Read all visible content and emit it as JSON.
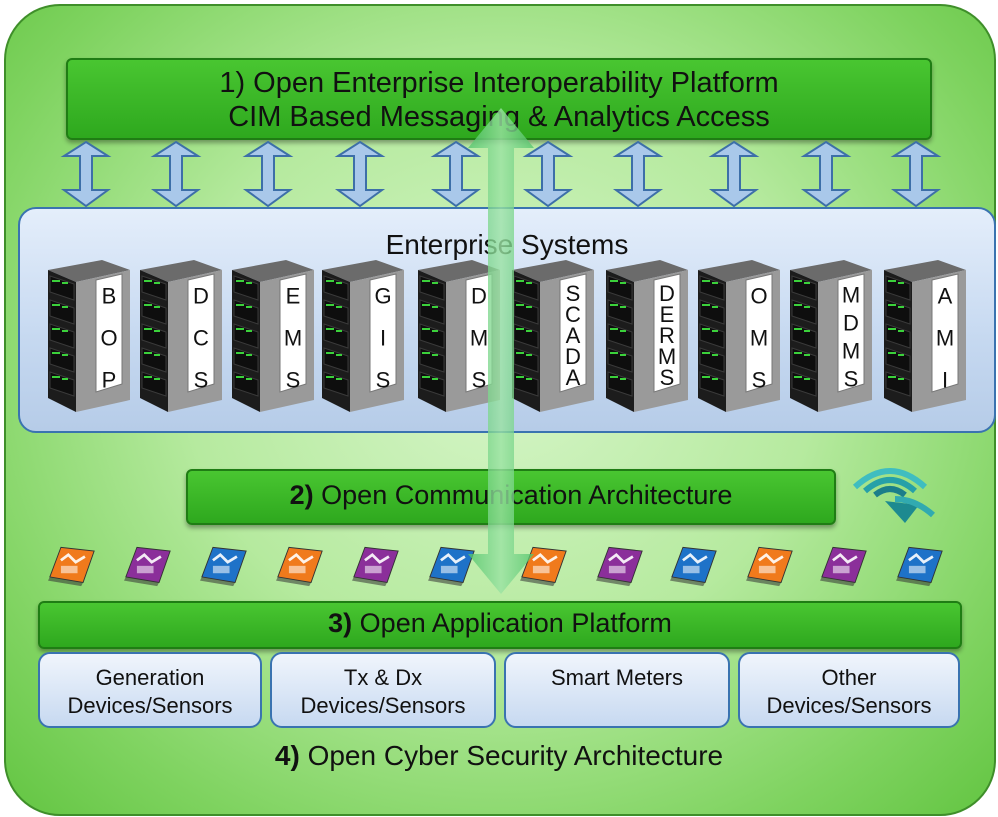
{
  "layers": {
    "platform": {
      "line1": "1)  Open Enterprise Interoperability Platform",
      "line2": "CIM Based Messaging & Analytics Access"
    },
    "enterprise": {
      "title": "Enterprise Systems",
      "systems": [
        "BOP",
        "DCS",
        "EMS",
        "GIS",
        "DMS",
        "SCADA",
        "DERMS",
        "OMS",
        "MDMS",
        "AMI"
      ]
    },
    "communication": {
      "num": "2)",
      "label": "Open Communication Architecture"
    },
    "application": {
      "num": "3)",
      "label": "Open Application Platform"
    },
    "devices": [
      {
        "line1": "Generation",
        "line2": "Devices/Sensors"
      },
      {
        "line1": "Tx & Dx",
        "line2": "Devices/Sensors"
      },
      {
        "line1": "Smart Meters",
        "line2": ""
      },
      {
        "line1": "Other",
        "line2": "Devices/Sensors"
      }
    ],
    "security": {
      "num": "4)",
      "label": "Open Cyber Security Architecture"
    }
  },
  "app_icons": [
    {
      "name": "transfer-app-icon",
      "color": "#f07a1c"
    },
    {
      "name": "chart-app-icon",
      "color": "#8b2f9a"
    },
    {
      "name": "calculator-app-icon",
      "color": "#1e72c8"
    },
    {
      "name": "trend-app-icon",
      "color": "#f07a1c"
    },
    {
      "name": "coins-download-app-icon",
      "color": "#8b2f9a"
    },
    {
      "name": "database-app-icon",
      "color": "#1e72c8"
    },
    {
      "name": "document-app-icon",
      "color": "#f07a1c"
    },
    {
      "name": "gears-app-icon",
      "color": "#8b2f9a"
    },
    {
      "name": "edit-document-app-icon",
      "color": "#1e72c8"
    },
    {
      "name": "settings-app-icon",
      "color": "#f07a1c"
    },
    {
      "name": "balance-scale-app-icon",
      "color": "#8b2f9a"
    },
    {
      "name": "workflow-app-icon",
      "color": "#1e72c8"
    }
  ],
  "colors": {
    "outer_green": "#7fd360",
    "bar_green": "#35b324",
    "panel_blue": "#c5d8f0",
    "arrow_blue": "#a9c8ea"
  }
}
